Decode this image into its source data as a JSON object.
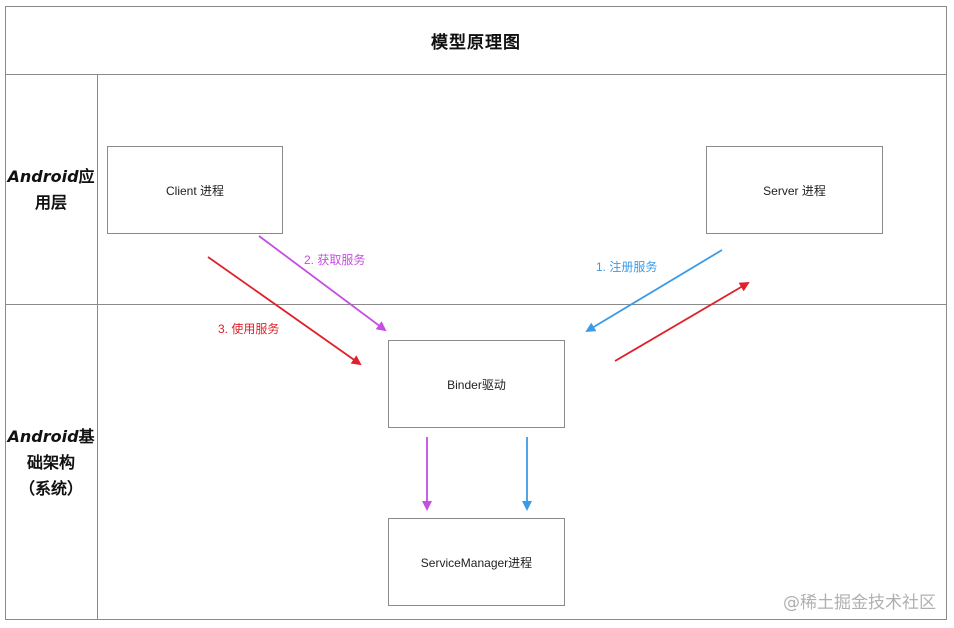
{
  "title": "模型原理图",
  "lanes": {
    "app_layer": {
      "en": "Android",
      "zh_1": "应",
      "zh_2": "用层"
    },
    "framework_layer": {
      "en": "Android",
      "zh_1": "基",
      "zh_2": "础架构",
      "zh_3": "（系统）"
    }
  },
  "nodes": {
    "client": "Client 进程",
    "server": "Server 进程",
    "binder": "Binder驱动",
    "service_manager": "ServiceManager进程"
  },
  "edges": {
    "get_service": {
      "label": "2. 获取服务",
      "color": "#c44fe0"
    },
    "register_service": {
      "label": "1. 注册服务",
      "color": "#3b9be8"
    },
    "use_service": {
      "label": "3. 使用服务",
      "color": "#e0202a"
    }
  },
  "watermark": "@稀土掘金技术社区"
}
